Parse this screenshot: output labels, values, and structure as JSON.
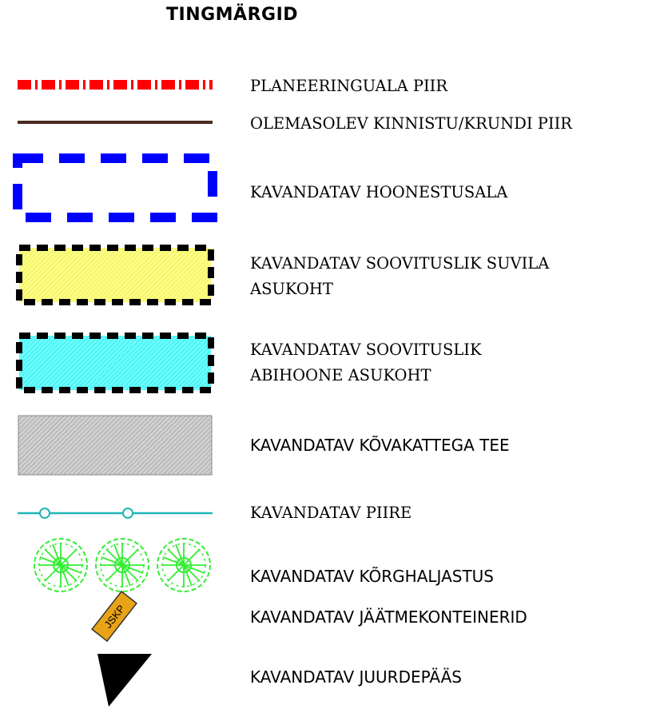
{
  "title": "TINGMÄRGID",
  "legend": [
    {
      "key": "planeeringuala",
      "label": "PLANEERINGUALA PIIR",
      "color": "#ff0000"
    },
    {
      "key": "kinnistu",
      "label": "OLEMASOLEV KINNISTU/KRUNDI PIIR",
      "color": "#4a2a20"
    },
    {
      "key": "hoonestusala",
      "label": "KAVANDATAV HOONESTUSALA",
      "color": "#0000ff"
    },
    {
      "key": "suvila",
      "label_line1": "KAVANDATAV SOOVITUSLIK SUVILA",
      "label_line2": "ASUKOHT",
      "color": "#ffff80"
    },
    {
      "key": "abihoone",
      "label_line1": "KAVANDATAV SOOVITUSLIK",
      "label_line2": "ABIHOONE ASUKOHT",
      "color": "#66ffff"
    },
    {
      "key": "tee",
      "label": "KAVANDATAV KÕVAKATTEGA TEE",
      "color": "#bdbdbd"
    },
    {
      "key": "piire",
      "label": "KAVANDATAV PIIRE",
      "color": "#1fb5b5"
    },
    {
      "key": "korghaljastus",
      "label": "KAVANDATAV KÕRGHALJASTUS",
      "color": "#33ee33"
    },
    {
      "key": "jaatmed",
      "label": "KAVANDATAV JÄÄTMEKONTEINERID",
      "symbol_text": "JSKP",
      "color": "#e8a317"
    },
    {
      "key": "juurdepaas",
      "label": "KAVANDATAV JUURDEPÄÄS",
      "color": "#000000"
    }
  ]
}
